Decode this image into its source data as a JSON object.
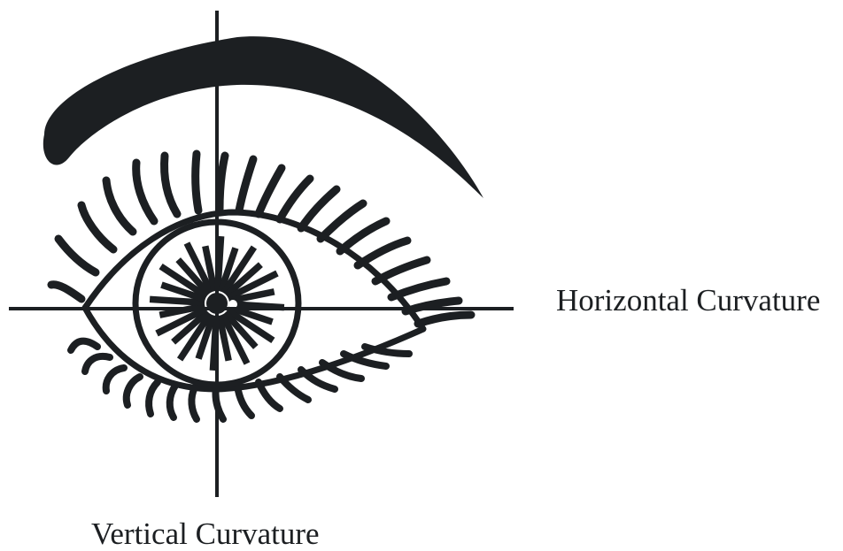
{
  "labels": {
    "horizontal": "Horizontal Curvature",
    "vertical": "Vertical Curvature"
  },
  "colors": {
    "ink": "#1c1f22",
    "background": "#ffffff"
  },
  "icons": {
    "eyebrow": "eyebrow-shape",
    "eye": "eye-outline",
    "iris": "iris-circle",
    "pupil": "radial-spoke-pupil",
    "lashes": "eyelash-strokes",
    "axes": "crosshair-lines"
  }
}
